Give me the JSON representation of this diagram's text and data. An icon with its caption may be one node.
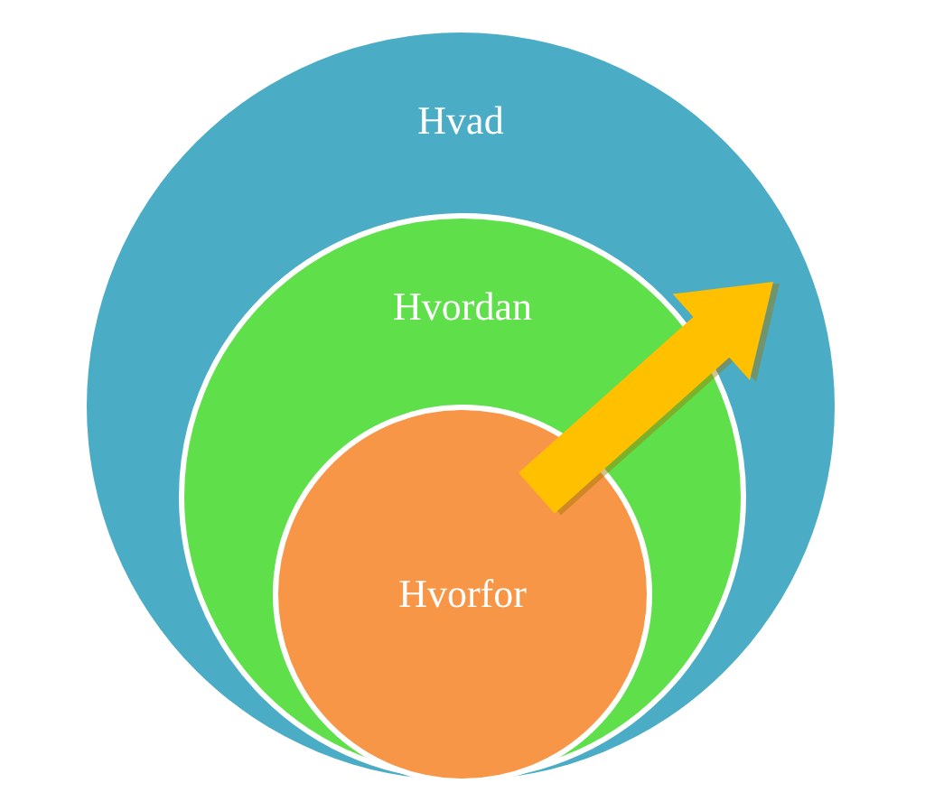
{
  "diagram": {
    "nodes": [
      {
        "text": [
          "Hvad"
        ]
      },
      {
        "text": [
          "Hvordan"
        ],
        "in": 0
      },
      {
        "text": [
          "Hvorfor"
        ],
        "in": 1
      }
    ]
  }
}
